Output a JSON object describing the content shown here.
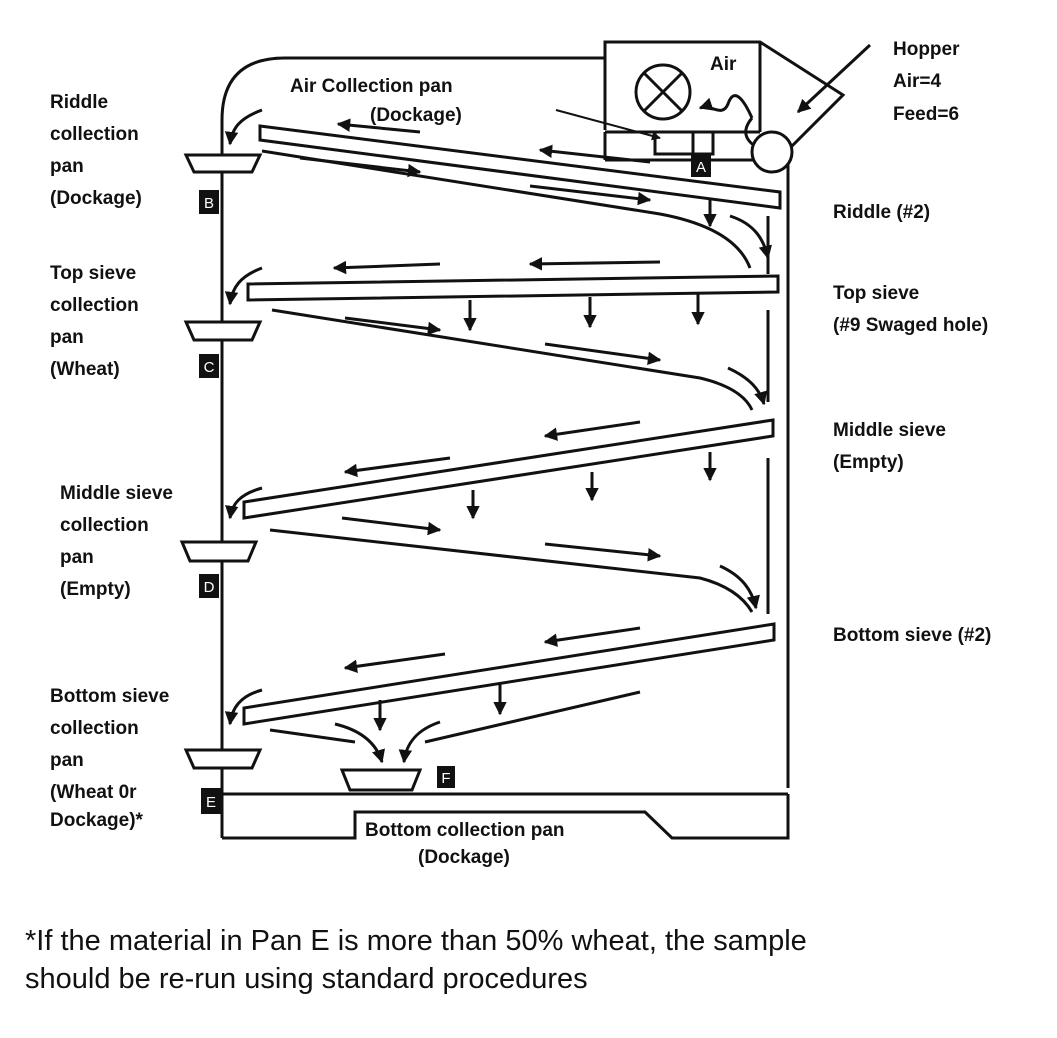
{
  "labels": {
    "hopper": [
      "Hopper",
      "Air=4",
      "Feed=6"
    ],
    "air": "Air",
    "air_collection_pan": [
      "Air Collection pan",
      "(Dockage)"
    ],
    "riddle_collection_pan": [
      "Riddle",
      "collection",
      "pan",
      "(Dockage)"
    ],
    "top_sieve_collection_pan": [
      "Top sieve",
      "collection",
      "pan",
      "(Wheat)"
    ],
    "middle_sieve_collection_pan": [
      "Middle sieve",
      "collection",
      "pan",
      "(Empty)"
    ],
    "bottom_sieve_collection_pan": [
      "Bottom sieve",
      "collection",
      "pan",
      "(Wheat 0r",
      "Dockage)*"
    ],
    "bottom_collection_pan": [
      "Bottom  collection pan",
      "(Dockage)"
    ],
    "riddle": [
      "Riddle (#2)"
    ],
    "top_sieve": [
      "Top sieve",
      "(#9 Swaged hole)"
    ],
    "middle_sieve": [
      "Middle sieve",
      "(Empty)"
    ],
    "bottom_sieve": [
      "Bottom sieve (#2)"
    ]
  },
  "pan_letters": {
    "a": "A",
    "b": "B",
    "c": "C",
    "d": "D",
    "e": "E",
    "f": "F"
  },
  "footnote": [
    "*If the material in Pan E is more than 50% wheat, the sample",
    "should be re-run using standard procedures"
  ]
}
